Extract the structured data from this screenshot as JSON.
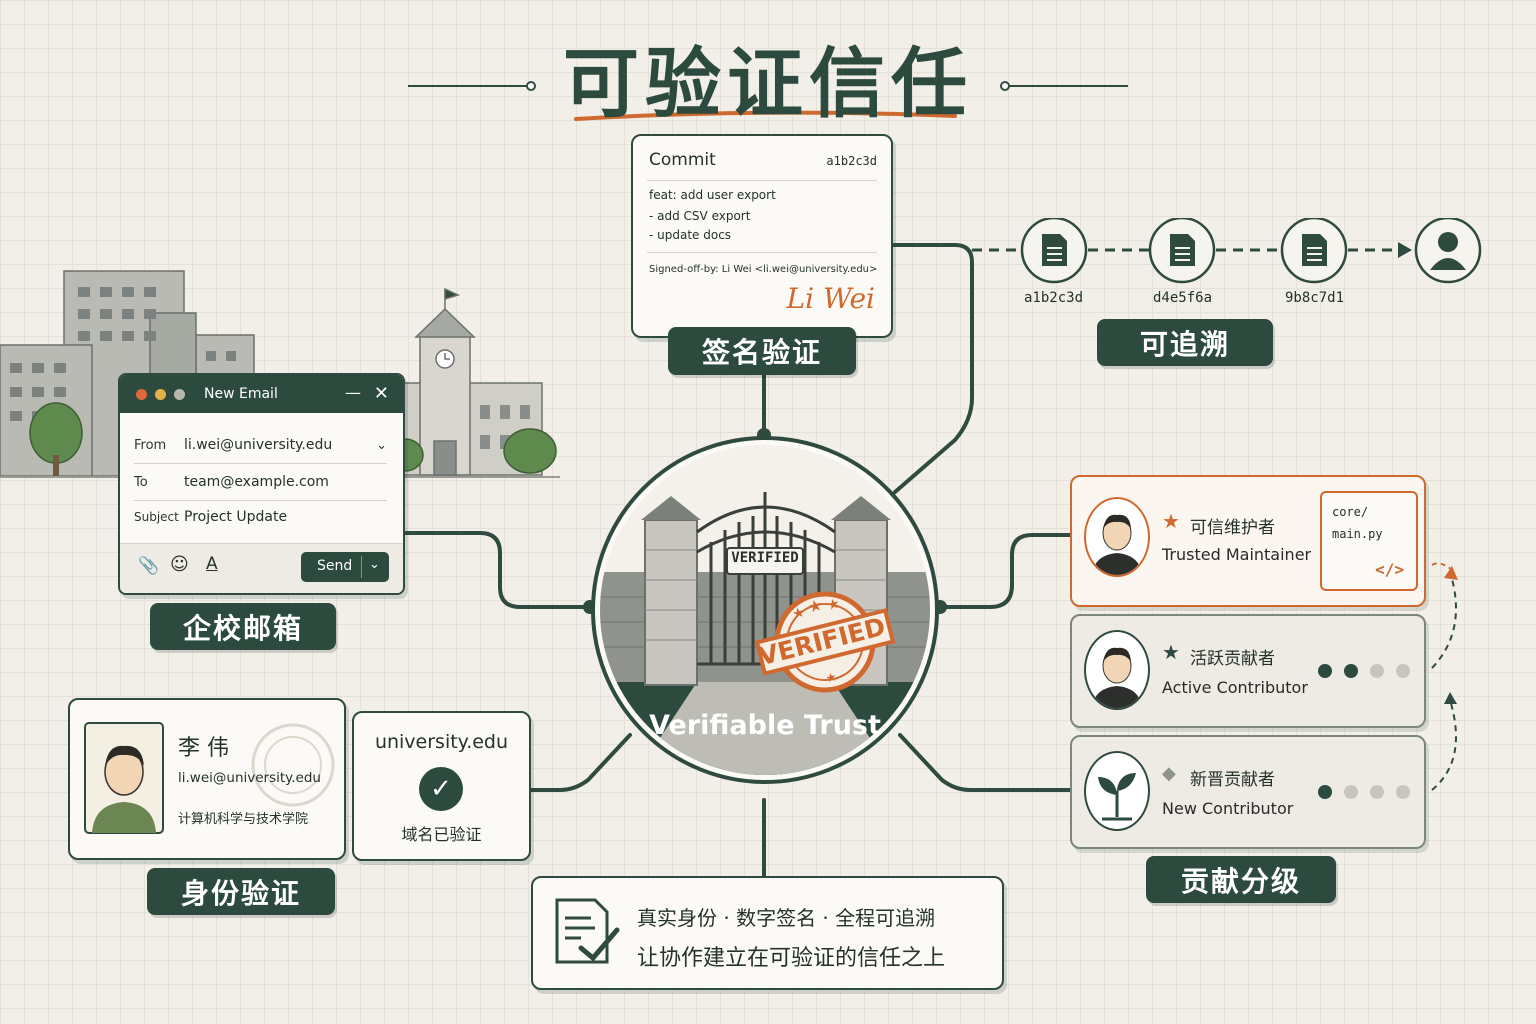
{
  "title": "可验证信任",
  "commit": {
    "label": "Commit",
    "hash": "a1b2c3d",
    "message": "feat: add user export",
    "bullets": [
      "- add CSV export",
      "- update docs"
    ],
    "signoff": "Signed-off-by: Li Wei <li.wei@university.edu>",
    "signature": "Li Wei"
  },
  "labels": {
    "signature": "签名验证",
    "traceable": "可追溯",
    "email": "企校邮箱",
    "identity": "身份验证",
    "tiers": "贡献分级"
  },
  "chain": [
    "a1b2c3d",
    "d4e5f6a",
    "9b8c7d1"
  ],
  "email": {
    "window_title": "New Email",
    "from_label": "From",
    "from": "li.wei@university.edu",
    "to_label": "To",
    "to": "team@example.com",
    "subject_label": "Subject",
    "subject": "Project Update",
    "send": "Send"
  },
  "gate": {
    "sign": "VERIFIED",
    "stamp": "VERIFIED",
    "caption": "Verifiable Trust"
  },
  "idcard": {
    "name": "李 伟",
    "email": "li.wei@university.edu",
    "dept": "计算机科学与技术学院"
  },
  "domain": {
    "name": "university.edu",
    "status": "域名已验证"
  },
  "tiers": [
    {
      "zh": "可信维护者",
      "en": "Trusted Maintainer",
      "file": [
        "core/",
        "main.py"
      ]
    },
    {
      "zh": "活跃贡献者",
      "en": "Active Contributor",
      "level": 2
    },
    {
      "zh": "新晋贡献者",
      "en": "New Contributor",
      "level": 1
    }
  ],
  "summary": {
    "line1": "真实身份 · 数字签名 · 全程可追溯",
    "line2": "让协作建立在可验证的信任之上"
  },
  "colors": {
    "green": "#2c4a3d",
    "orange": "#d0692f",
    "paper": "#f1efe8"
  }
}
